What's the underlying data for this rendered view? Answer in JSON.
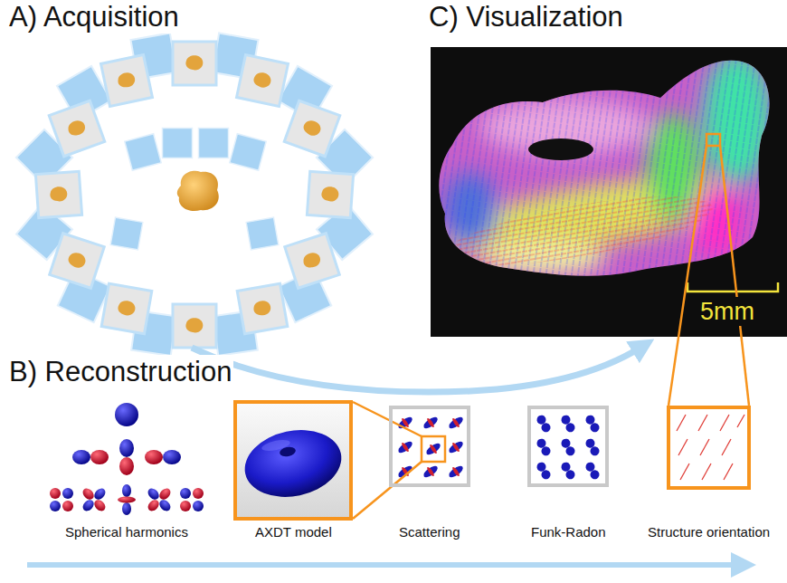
{
  "diagram": {
    "nodes": [
      {
        "text": [
          "AXDT model"
        ]
      },
      {
        "text": [
          "Scattering"
        ]
      },
      {
        "text": [
          "Funk-Radon"
        ]
      },
      {
        "text": [
          "Structure orientation"
        ]
      }
    ],
    "labels": [
      "A) Acquisition",
      "C) Visualization",
      "5mm",
      "B) Reconstruction",
      "Spherical harmonics"
    ]
  }
}
